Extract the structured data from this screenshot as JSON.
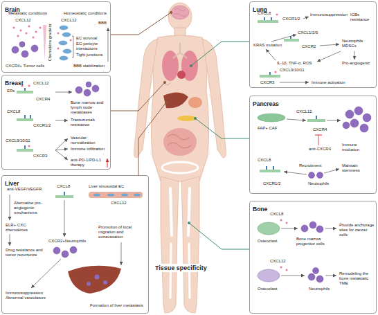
{
  "diagram": {
    "nodes": [
      {
        "text": [
          "Brain"
        ]
      },
      {
        "text": [
          "Breast"
        ]
      },
      {
        "text": [
          "Liver"
        ]
      },
      {
        "text": [
          "Lung"
        ]
      },
      {
        "text": [
          "Pancreas"
        ]
      },
      {
        "text": [
          "Bone"
        ]
      }
    ],
    "labels": [
      "Metastatic conditions",
      "CXCL12",
      "Homeostatic conditions",
      "CXCL12",
      "Chemokine gradient",
      "BBB",
      "EC survival",
      "EC-pericyte interactions",
      "Tight junctions",
      "BBB stabilization",
      "CXCR4+ Tumor cells",
      "ERs",
      "CXCL12",
      "CXCR4",
      "Bone marrow and lymph node metastases",
      "CXCL8",
      "CXCR1/2",
      "Trastuzumab resistance",
      "CXCL9/10/11",
      "CXCR3",
      "Vascular normalization",
      "Immune infiltration",
      "anti-PD-1/PD-L1 therapy",
      "anti-VEGF/VEGFR",
      "CXCL8",
      "Liver sinusoidal EC",
      "CXCL12",
      "Alternative pro-angiogenic mechanisms",
      "ELR+ CXC chemokines",
      "CXCR2+Neutrophils",
      "Promotion of local migration and extravasation",
      "Drug resistance and tumor recurrence",
      "Immunosuppression Abnormal vasculature",
      "Formation of liver metastasis",
      "Tissue specificity",
      "CXCL8",
      "CXCR1/2",
      "Immunosuppression",
      "ICBs resistance",
      "CXCL1/2/5",
      "KRAS mutation",
      "CXCR2",
      "Neutrophils MDSCs",
      "Pro-angiogenic",
      "IL-1β, TNF-α, ROS",
      "CXCL9/10/11",
      "CXCR3",
      "Immune activation",
      "FAP+ CAF",
      "CXCL12",
      "CXCR4",
      "Immune exclusion",
      "anti-CXCR4",
      "CXCL8",
      "Recruitment",
      "CXCR1/2",
      "Neutrophils",
      "Maintain stemness",
      "CXCL8",
      "Osteoclast",
      "Bone marrow progenitor cells",
      "Provide anchorage sites for cancer cells",
      "CXCL12",
      "Osteoclast",
      "Neutrophils",
      "Remodeling the bone metastatic TME"
    ]
  }
}
